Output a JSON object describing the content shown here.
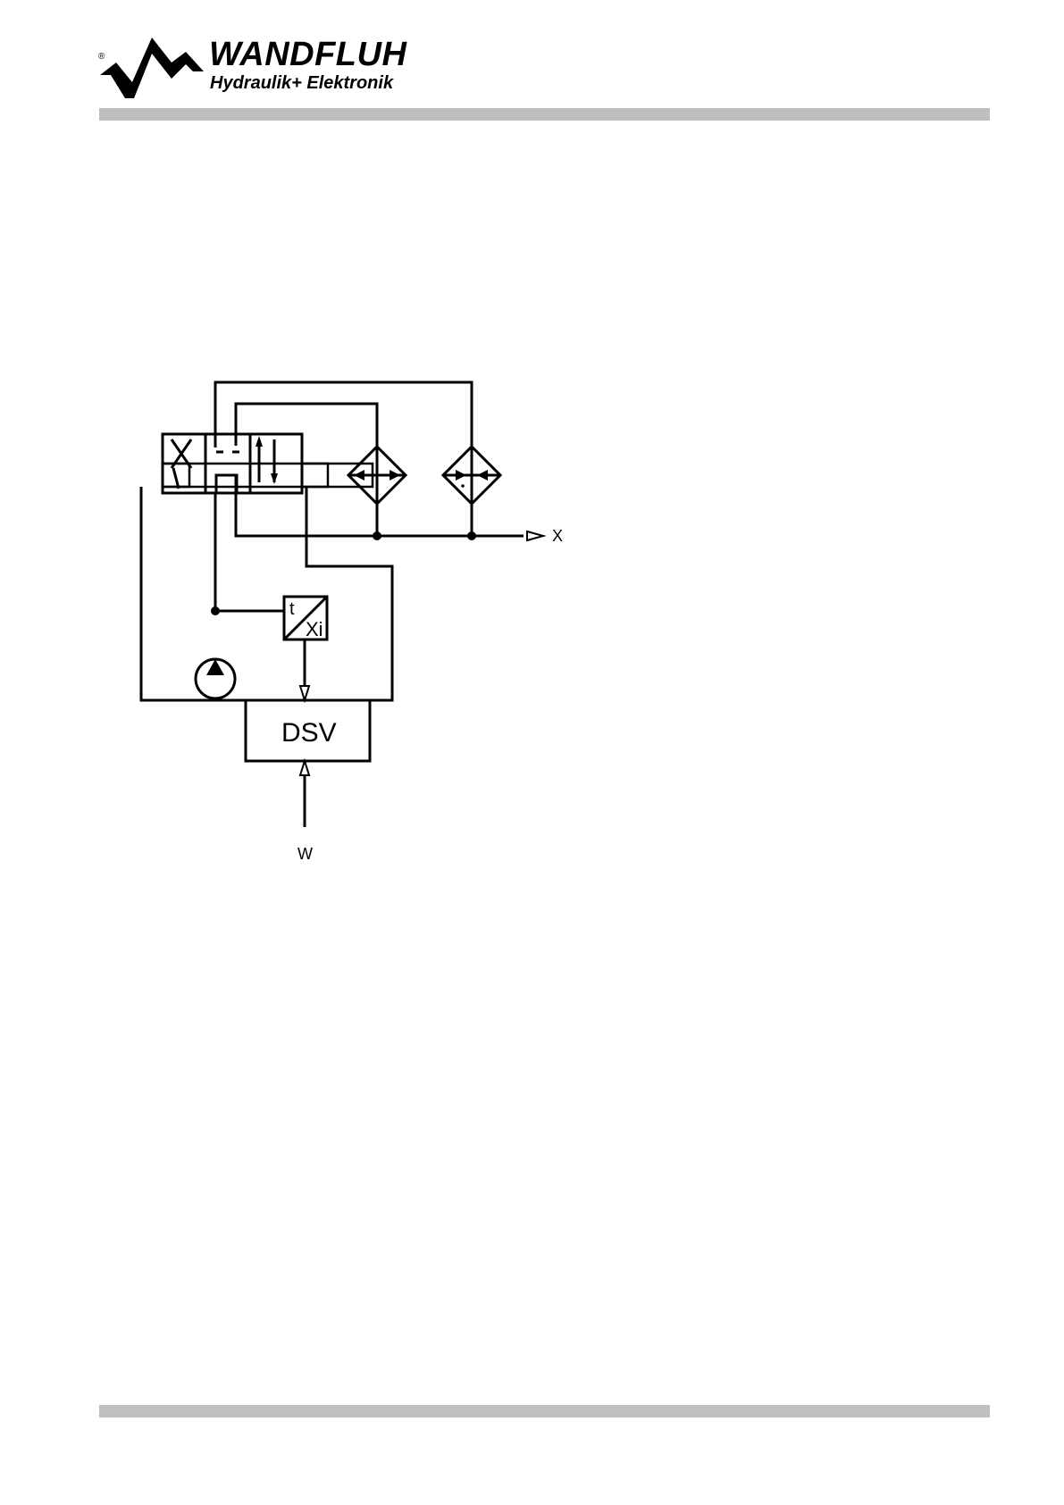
{
  "header": {
    "brand_name": "WANDFLUH",
    "brand_tagline": "Hydraulik+ Elektronik",
    "registered_mark": "®"
  },
  "diagram": {
    "controller_label": "DSV",
    "sensor_top_label": "t",
    "sensor_bottom_label": "Xi",
    "output_label": "X",
    "input_label": "W"
  },
  "colors": {
    "bar": "#bfbfbf",
    "line": "#000000"
  }
}
